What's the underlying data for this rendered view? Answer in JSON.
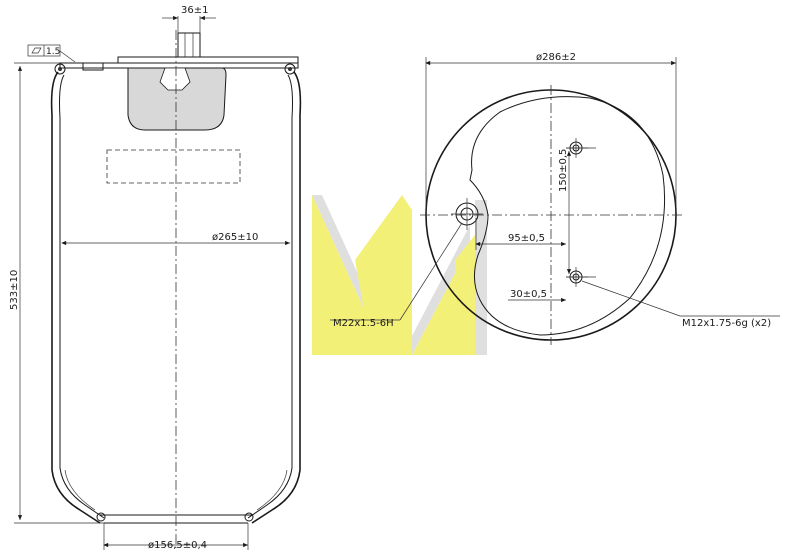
{
  "drawing": {
    "dim_stud_width": "36±1",
    "flatness_value": "1.5",
    "dim_height": "533±10",
    "dim_body_diameter": "ø265±10",
    "dim_bottom_diameter": "ø156,5±0,4",
    "dim_plate_diameter": "ø286±2",
    "dim_bolt_spacing": "150±0,5",
    "dim_offset_x": "95±0,5",
    "dim_offset_small": "30±0,5",
    "thread_main": "M22x1.5-6H",
    "thread_bolts": "M12x1.75-6g (x2)"
  },
  "watermark": {
    "color_primary": "#f2ef6a",
    "color_secondary": "#d9d9d9"
  }
}
